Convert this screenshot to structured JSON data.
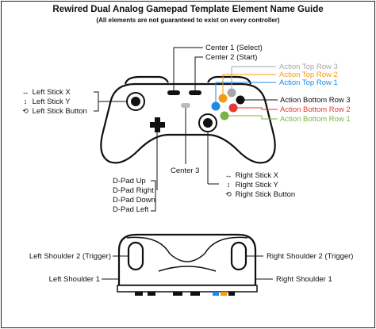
{
  "title": "Rewired Dual Analog Gamepad Template Element Name Guide",
  "subtitle": "(All elements are not guaranteed to exist on every controller)",
  "colors": {
    "row3": "#a6a6a6",
    "row2": "#f39c12",
    "row1": "#1e88e5",
    "bottom3": "#111111",
    "bottom2": "#e53935",
    "bottom1": "#7cb342",
    "line": "#111111"
  },
  "labels": {
    "center1": "Center 1 (Select)",
    "center2": "Center 2 (Start)",
    "center3": "Center 3",
    "action_top3": "Action Top Row 3",
    "action_top2": "Action Top Row 2",
    "action_top1": "Action Top Row 1",
    "action_bottom3": "Action Bottom Row 3",
    "action_bottom2": "Action Bottom Row 2",
    "action_bottom1": "Action Bottom Row 1",
    "left_stick_x": "Left Stick X",
    "left_stick_y": "Left Stick Y",
    "left_stick_button": "Left Stick Button",
    "right_stick_x": "Right Stick X",
    "right_stick_y": "Right Stick Y",
    "right_stick_button": "Right Stick Button",
    "dpad_up": "D-Pad Up",
    "dpad_right": "D-Pad Right",
    "dpad_down": "D-Pad Down",
    "dpad_left": "D-Pad Left",
    "left_shoulder2": "Left Shoulder 2 (Trigger)",
    "right_shoulder2": "Right Shoulder 2 (Trigger)",
    "left_shoulder1": "Left Shoulder 1",
    "right_shoulder1": "Right Shoulder 1"
  },
  "icons": {
    "axis_x": "↔",
    "axis_y": "↕",
    "button": "⟲"
  }
}
